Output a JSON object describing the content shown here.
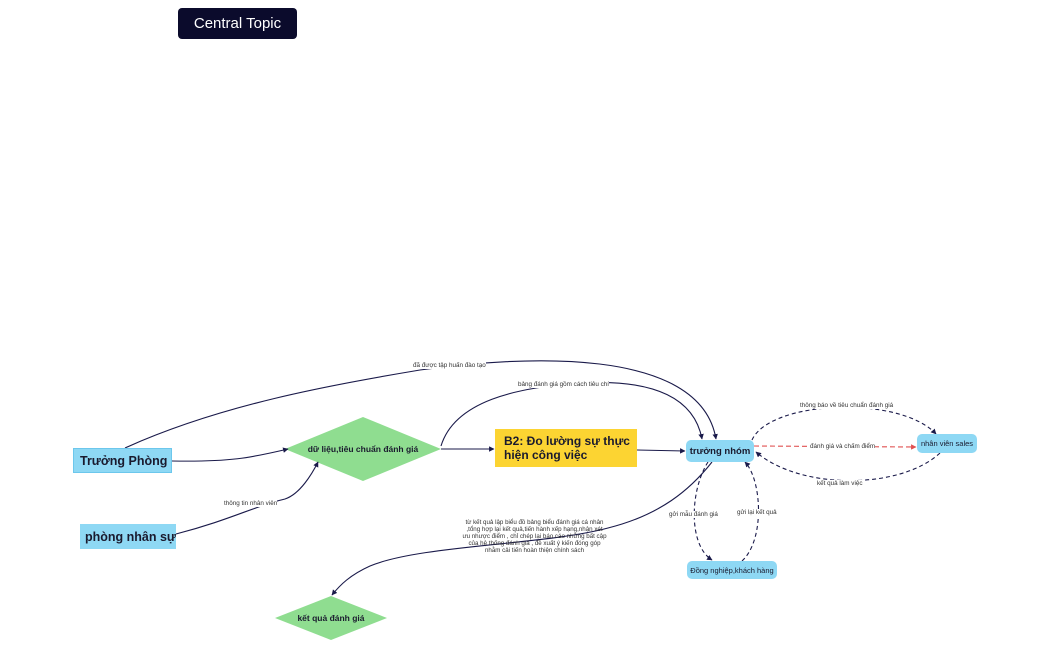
{
  "nodes": {
    "central_topic": "Central Topic",
    "truong_phong": "Trưởng Phòng",
    "phong_nhan_su": "phòng nhân sự",
    "du_lieu": "dữ liệu,tiêu chuẩn đánh giá",
    "b2": "B2: Đo lường sự thực hiện công việc",
    "truong_nhom": "trưởng nhóm",
    "nhan_vien_sales": "nhân viên sales",
    "dong_nghiep": "Đồng nghiệp,khách hàng",
    "ket_qua": "kết quả đánh giá"
  },
  "edge_labels": {
    "da_duoc_tap_huan": "đã được tập huấn đào tạo",
    "bang_danh_gia": "bảng đánh giá gồm cách tiêu chí",
    "thong_tin_nv": "thông tin nhân viên",
    "thong_bao": "thông báo về tiêu chuẩn đánh giá",
    "danh_gia_cham_diem": "đánh giá và chấm điểm",
    "ket_qua_lam_viec": "kết quả làm việc",
    "goi_mau": "gởi  mẫu đánh giá",
    "gui_lai": "gửi lại kết quả",
    "tu_ket_qua": "từ kết quả lập biểu đồ bảng biểu đánh giá cá nhân ,tổng hợp lại kết quả,tiến hành xếp hạng,nhận xét ưu nhược điểm , chỉ chép lại báo cáo những bất cập của hệ thống đánh giá , đề xuất ý kiến đóng góp nhằm cải tiến hoàn thiện chính sách"
  },
  "colors": {
    "central_bg": "#0b0b2c",
    "blue_node": "#8ed8f4",
    "green_diamond": "#8fdd90",
    "yellow_node": "#fcd432",
    "solid_line": "#1a1a4a",
    "red_dashed": "#e05050"
  }
}
